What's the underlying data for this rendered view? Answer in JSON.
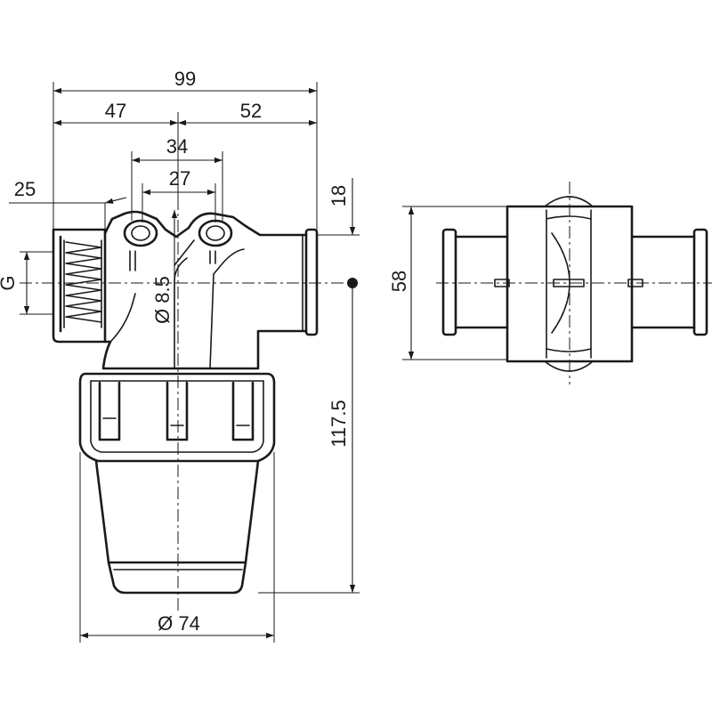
{
  "dimensions": {
    "overall_width": "99",
    "left_width": "47",
    "right_width": "52",
    "outer_spacing": "34",
    "inner_spacing": "27",
    "port_offset": "25",
    "top_height": "18",
    "port_diameter": "Ø 8.5",
    "thread": "G",
    "total_height": "117.5",
    "body_diameter": "Ø 74",
    "side_height": "58"
  },
  "colors": {
    "line": "#1a1a1a",
    "background": "#ffffff"
  }
}
